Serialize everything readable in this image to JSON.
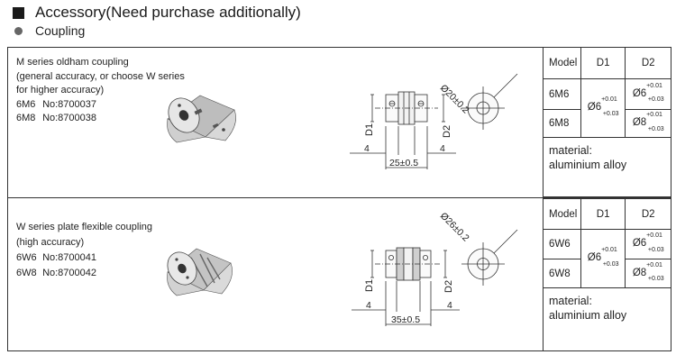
{
  "heading": "Accessory(Need purchase additionally)",
  "subheading": "Coupling",
  "products": [
    {
      "lines": [
        "M series oldham coupling",
        "(general accuracy, or choose W series",
        "for higher accuracy)"
      ],
      "models": [
        {
          "code": "6M6",
          "number": "No:8700037"
        },
        {
          "code": "6M8",
          "number": "No:8700038"
        }
      ],
      "drawing": {
        "diameter": "Ø20±0.2",
        "d1_label": "D1",
        "d2_label": "D2",
        "left_offset": "4",
        "right_offset": "4",
        "length": "25±0.5"
      },
      "spec": {
        "headers": [
          "Model",
          "D1",
          "D2"
        ],
        "rows": [
          {
            "model": "6M6",
            "d2": "Ø6"
          },
          {
            "model": "6M8",
            "d2": "Ø8"
          }
        ],
        "d1": "Ø6",
        "tol_upper": "+0.01",
        "tol_lower": "+0.03",
        "material_label": "material:",
        "material_value": "aluminium alloy"
      }
    },
    {
      "lines": [
        "W series plate flexible coupling",
        "(high accuracy)"
      ],
      "models": [
        {
          "code": "6W6",
          "number": "No:8700041"
        },
        {
          "code": "6W8",
          "number": "No:8700042"
        }
      ],
      "drawing": {
        "diameter": "Ø26±0.2",
        "d1_label": "D1",
        "d2_label": "D2",
        "left_offset": "4",
        "right_offset": "4",
        "length": "35±0.5"
      },
      "spec": {
        "headers": [
          "Model",
          "D1",
          "D2"
        ],
        "rows": [
          {
            "model": "6W6",
            "d2": "Ø6"
          },
          {
            "model": "6W8",
            "d2": "Ø8"
          }
        ],
        "d1": "Ø6",
        "tol_upper": "+0.01",
        "tol_lower": "+0.03",
        "material_label": "material:",
        "material_value": "aluminium alloy"
      }
    }
  ]
}
